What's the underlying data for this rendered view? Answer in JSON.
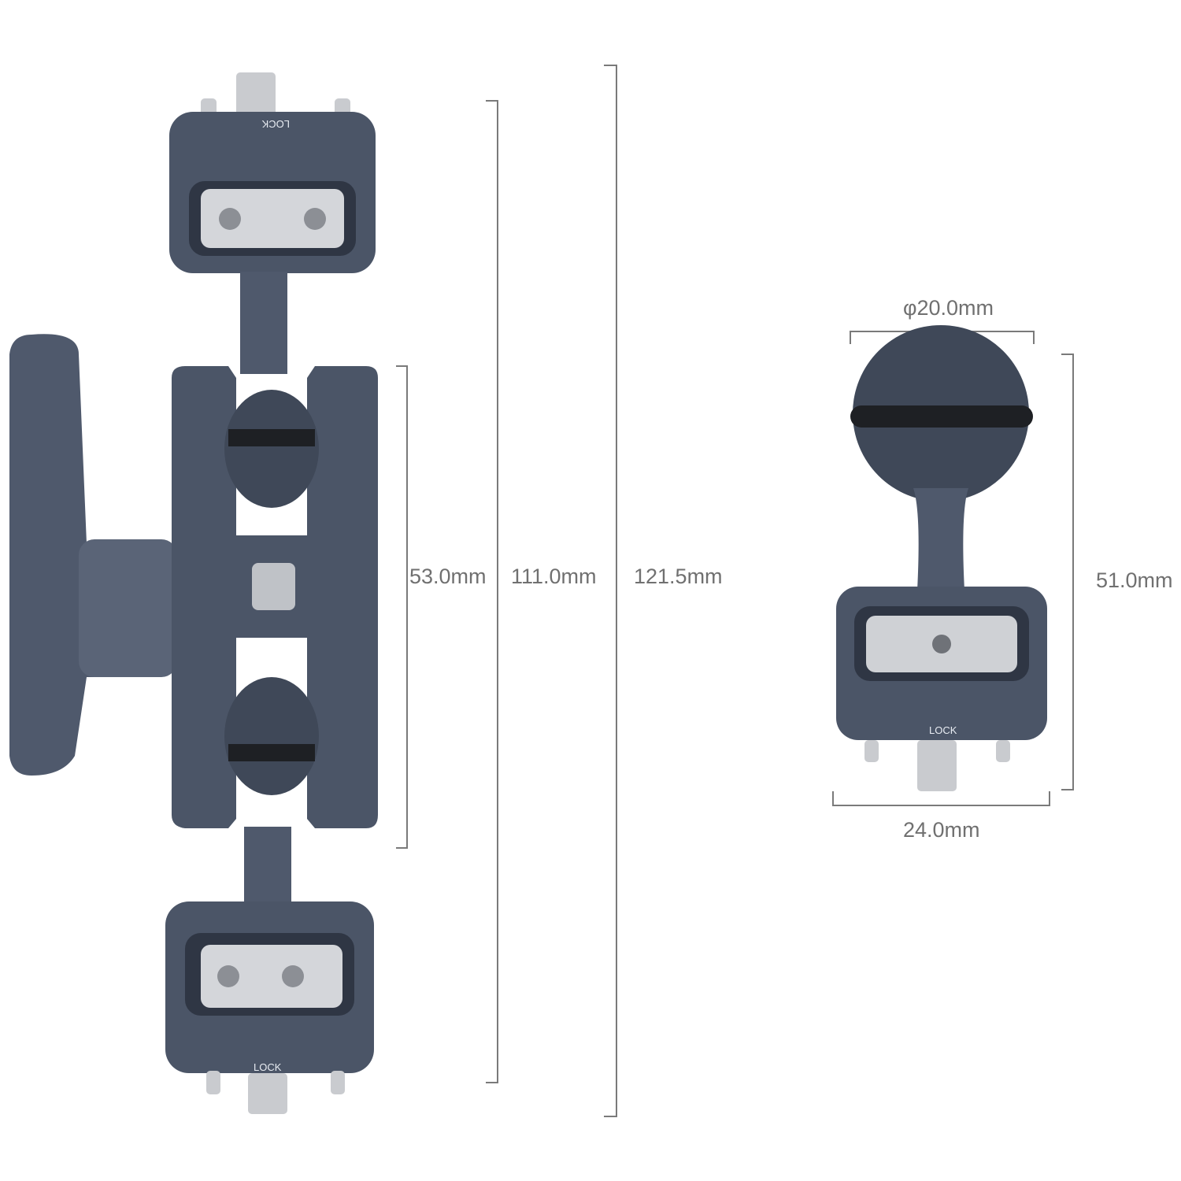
{
  "colors": {
    "dimension_line": "#7a7a7a",
    "dimension_text": "#707070",
    "metal": "#4b5567",
    "metal_light": "#6a7488",
    "steel": "#d4d6da",
    "rubber": "#1e2024"
  },
  "dimensions": {
    "arm_center_frame": "53.0mm",
    "arm_body_length": "111.0mm",
    "arm_total_length": "121.5mm",
    "ball_diameter": "φ20.0mm",
    "adapter_height": "51.0mm",
    "adapter_width": "24.0mm"
  },
  "product_markings": {
    "lock": "LOCK"
  }
}
